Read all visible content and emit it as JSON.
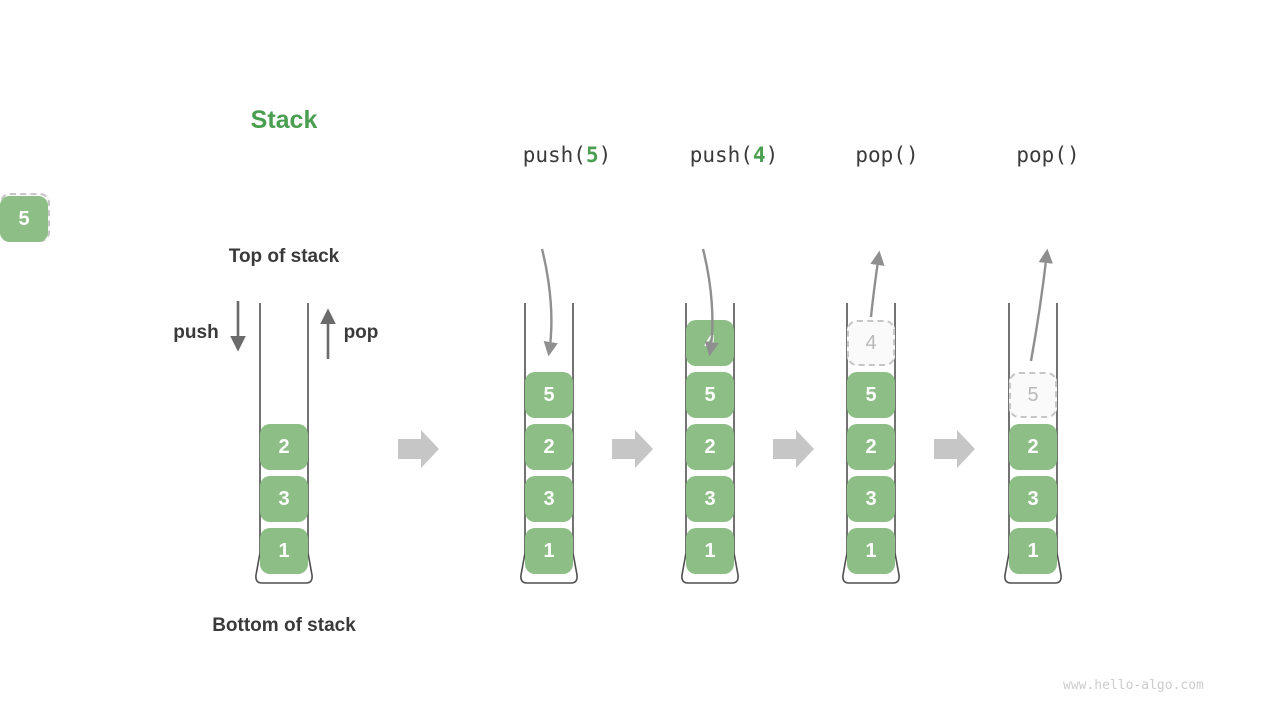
{
  "title": "Stack",
  "labels": {
    "top_of_stack": "Top of stack",
    "bottom_of_stack": "Bottom of stack",
    "push_arrow": "push",
    "pop_arrow": "pop"
  },
  "watermark": "www.hello-algo.com",
  "colors": {
    "block_green": "#8cbe85",
    "accent_green": "#4a9e50",
    "dark_text": "#3a3a3a",
    "ghost_border": "#c6c6c6",
    "ghost_text": "#b9b9b9",
    "curve_arrow": "#8f8f8f",
    "big_arrow": "#c6c6c6",
    "well_outline": "#4f4f4f"
  },
  "stacks": [
    {
      "blocks": [
        "2",
        "3",
        "1"
      ]
    },
    {
      "op": {
        "prefix": "push(",
        "arg": "5",
        "suffix": ")"
      },
      "ghost_above": "5",
      "blocks": [
        "5",
        "2",
        "3",
        "1"
      ]
    },
    {
      "op": {
        "prefix": "push(",
        "arg": "4",
        "suffix": ")"
      },
      "ghost_above": "4",
      "blocks": [
        "4",
        "5",
        "2",
        "3",
        "1"
      ]
    },
    {
      "op": {
        "label": "pop()"
      },
      "popped": "4",
      "ghost_slot": "4",
      "blocks": [
        "5",
        "2",
        "3",
        "1"
      ]
    },
    {
      "op": {
        "label": "pop()"
      },
      "popped": "5",
      "ghost_slot": "5",
      "blocks": [
        "2",
        "3",
        "1"
      ]
    }
  ]
}
